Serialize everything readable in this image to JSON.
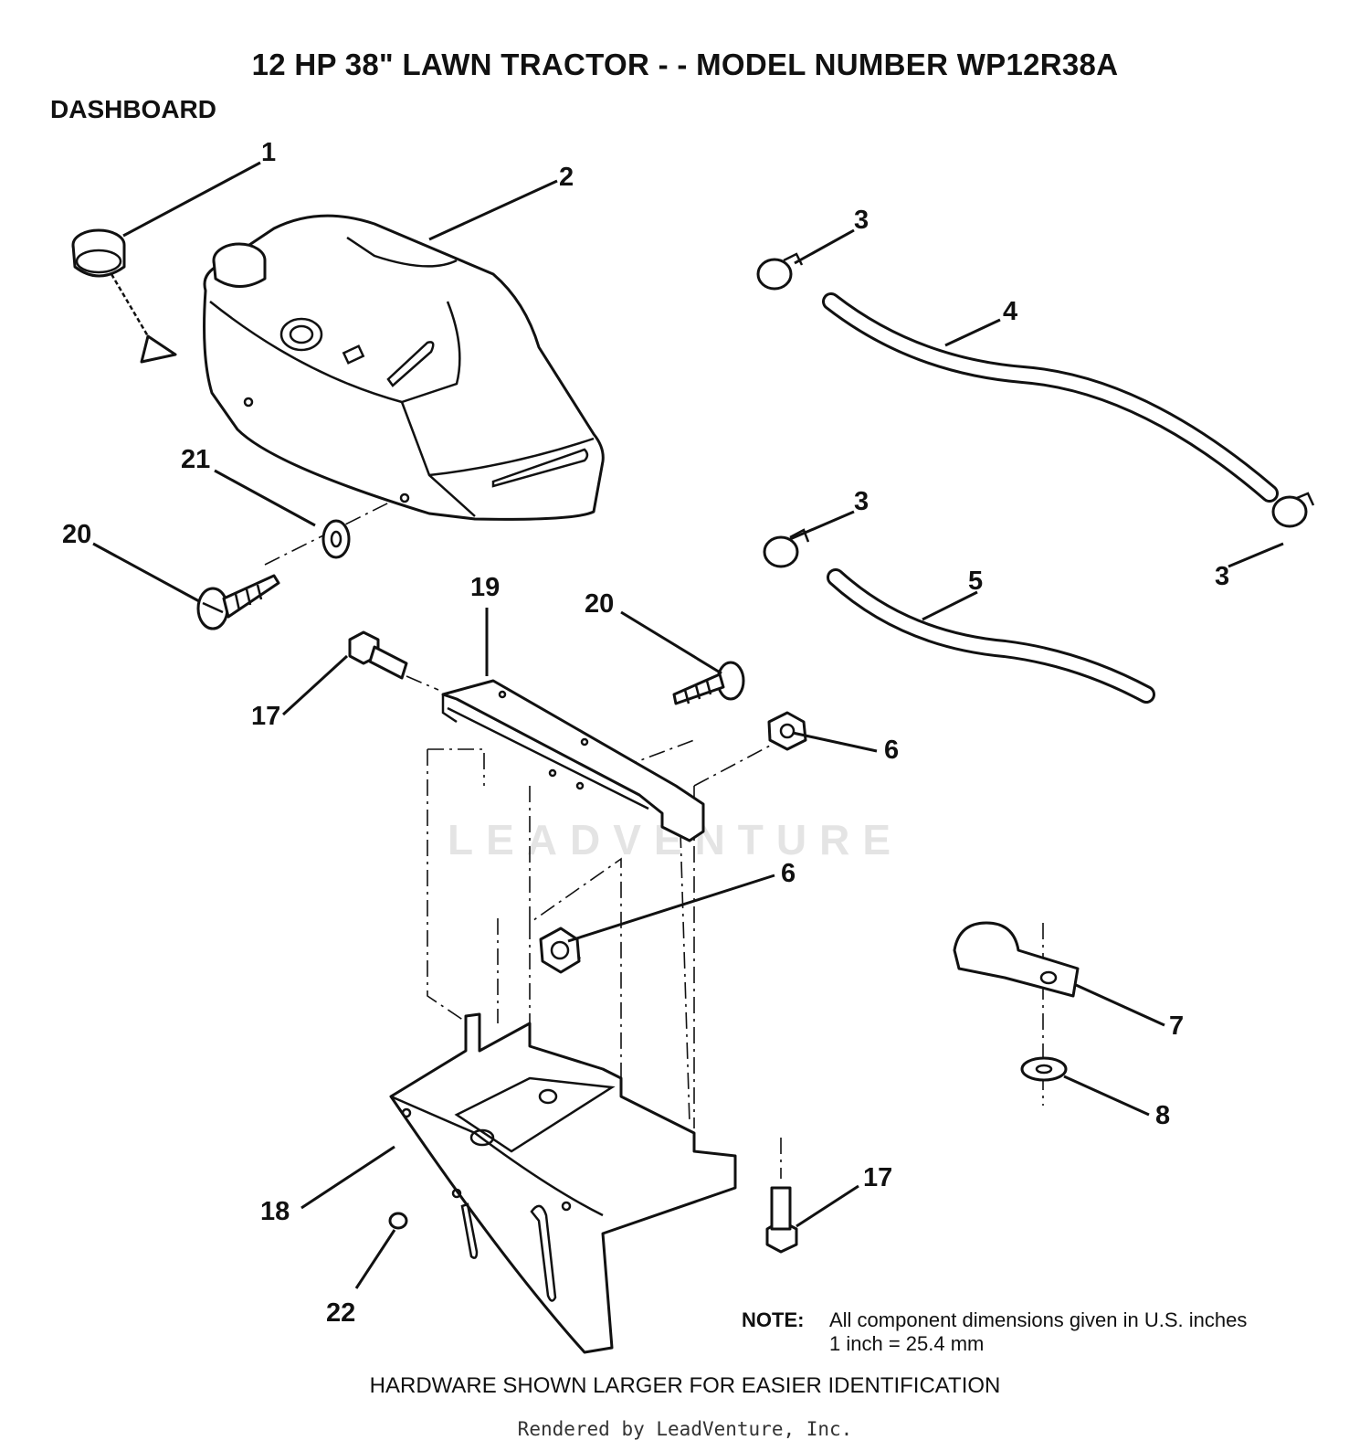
{
  "header": {
    "title": "12 HP 38\" LAWN TRACTOR - - MODEL NUMBER WP12R38A",
    "section": "DASHBOARD"
  },
  "callouts": [
    {
      "id": "c1",
      "label": "1"
    },
    {
      "id": "c2",
      "label": "2"
    },
    {
      "id": "c3a",
      "label": "3"
    },
    {
      "id": "c3b",
      "label": "3"
    },
    {
      "id": "c3c",
      "label": "3"
    },
    {
      "id": "c4",
      "label": "4"
    },
    {
      "id": "c5",
      "label": "5"
    },
    {
      "id": "c6a",
      "label": "6"
    },
    {
      "id": "c6b",
      "label": "6"
    },
    {
      "id": "c7",
      "label": "7"
    },
    {
      "id": "c8",
      "label": "8"
    },
    {
      "id": "c17a",
      "label": "17"
    },
    {
      "id": "c17b",
      "label": "17"
    },
    {
      "id": "c18",
      "label": "18"
    },
    {
      "id": "c19",
      "label": "19"
    },
    {
      "id": "c20a",
      "label": "20"
    },
    {
      "id": "c20b",
      "label": "20"
    },
    {
      "id": "c21",
      "label": "21"
    },
    {
      "id": "c22",
      "label": "22"
    }
  ],
  "note": {
    "label": "NOTE:",
    "line1": "All component dimensions given in U.S. inches",
    "line2": "1 inch = 25.4 mm"
  },
  "footer": {
    "hardware": "HARDWARE SHOWN LARGER FOR EASIER IDENTIFICATION",
    "rendered_by": "Rendered by LeadVenture, Inc."
  },
  "watermark": "LEADVENTURE"
}
